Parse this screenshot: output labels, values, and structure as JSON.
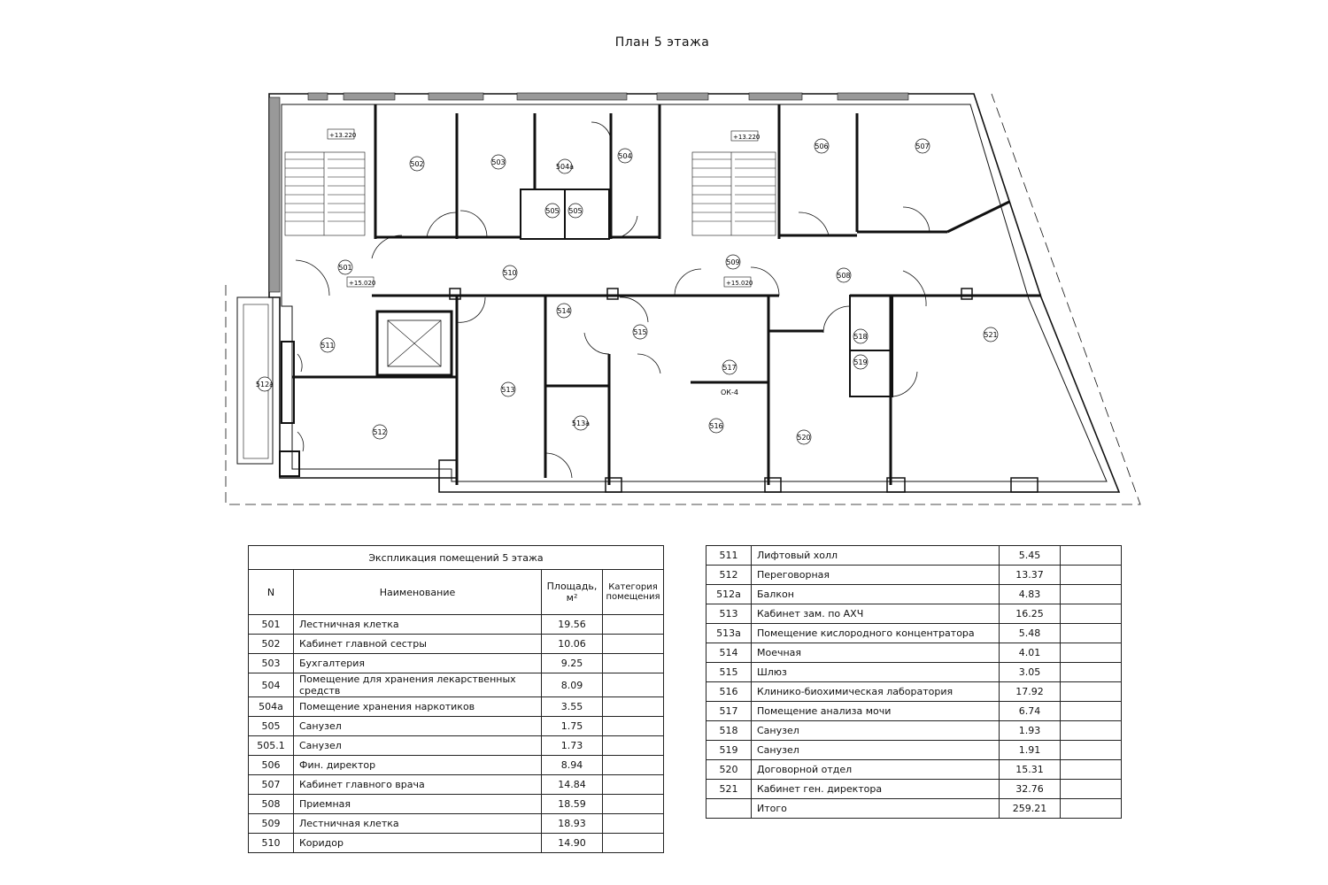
{
  "title": "План  5 этажа",
  "plan": {
    "levels": [
      "+13.220",
      "+13.220",
      "+15.020",
      "+15.020"
    ],
    "window_tag": "ОК-4",
    "rooms": [
      {
        "id": "501"
      },
      {
        "id": "502"
      },
      {
        "id": "503"
      },
      {
        "id": "504"
      },
      {
        "id": "504а"
      },
      {
        "id": "505"
      },
      {
        "id": "505"
      },
      {
        "id": "506"
      },
      {
        "id": "507"
      },
      {
        "id": "508"
      },
      {
        "id": "509"
      },
      {
        "id": "510"
      },
      {
        "id": "511"
      },
      {
        "id": "512"
      },
      {
        "id": "512а"
      },
      {
        "id": "513"
      },
      {
        "id": "513а"
      },
      {
        "id": "514"
      },
      {
        "id": "515"
      },
      {
        "id": "516"
      },
      {
        "id": "517"
      },
      {
        "id": "518"
      },
      {
        "id": "519"
      },
      {
        "id": "520"
      },
      {
        "id": "521"
      }
    ]
  },
  "explication": {
    "caption": "Экспликация помещений 5 этажа",
    "headers": {
      "n": "N",
      "name": "Наименование",
      "area": "Площадь, м²",
      "category": "Категория помещения"
    },
    "rows_left": [
      {
        "n": "501",
        "name": "Лестничная клетка",
        "area": "19.56"
      },
      {
        "n": "502",
        "name": "Кабинет главной сестры",
        "area": "10.06"
      },
      {
        "n": "503",
        "name": "Бухгалтерия",
        "area": "9.25"
      },
      {
        "n": "504",
        "name": "Помещение для хранения лекарственных средств",
        "area": "8.09"
      },
      {
        "n": "504а",
        "name": "Помещение хранения наркотиков",
        "area": "3.55"
      },
      {
        "n": "505",
        "name": "Санузел",
        "area": "1.75"
      },
      {
        "n": "505.1",
        "name": "Санузел",
        "area": "1.73"
      },
      {
        "n": "506",
        "name": "Фин. директор",
        "area": "8.94"
      },
      {
        "n": "507",
        "name": "Кабинет главного врача",
        "area": "14.84"
      },
      {
        "n": "508",
        "name": "Приемная",
        "area": "18.59"
      },
      {
        "n": "509",
        "name": "Лестничная клетка",
        "area": "18.93"
      },
      {
        "n": "510",
        "name": "Коридор",
        "area": "14.90"
      }
    ],
    "rows_right": [
      {
        "n": "511",
        "name": "Лифтовый холл",
        "area": "5.45"
      },
      {
        "n": "512",
        "name": "Переговорная",
        "area": "13.37"
      },
      {
        "n": "512а",
        "name": "Балкон",
        "area": "4.83"
      },
      {
        "n": "513",
        "name": "Кабинет зам. по АХЧ",
        "area": "16.25"
      },
      {
        "n": "513а",
        "name": "Помещение кислородного концентратора",
        "area": "5.48"
      },
      {
        "n": "514",
        "name": "Моечная",
        "area": "4.01"
      },
      {
        "n": "515",
        "name": "Шлюз",
        "area": "3.05"
      },
      {
        "n": "516",
        "name": "Клинико-биохимическая лаборатория",
        "area": "17.92"
      },
      {
        "n": "517",
        "name": "Помещение анализа мочи",
        "area": "6.74"
      },
      {
        "n": "518",
        "name": "Санузел",
        "area": "1.93"
      },
      {
        "n": "519",
        "name": "Санузел",
        "area": "1.91"
      },
      {
        "n": "520",
        "name": "Договорной отдел",
        "area": "15.31"
      },
      {
        "n": "521",
        "name": "Кабинет ген. директора",
        "area": "32.76"
      },
      {
        "n": "",
        "name": "Итого",
        "area": "259.21"
      }
    ]
  }
}
